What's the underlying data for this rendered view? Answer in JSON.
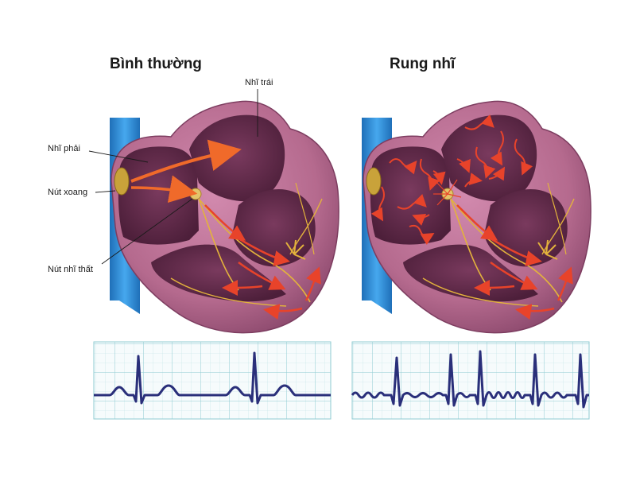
{
  "panels": {
    "normal": {
      "title": "Bình thường",
      "labels": {
        "left_atrium": "Nhĩ trái",
        "right_atrium": "Nhĩ phải",
        "sinus_node": "Nút xoang",
        "av_node": "Nút nhĩ thất"
      }
    },
    "afib": {
      "title": "Rung nhĩ"
    }
  },
  "colors": {
    "background": "#ffffff",
    "heart_outer": "#b56a8e",
    "chamber": "#5e2a48",
    "vessel": "#2f8fd6",
    "impulse": "#e8432a",
    "conduction": "#e3b23c",
    "ecg_trace": "#2a2f7a",
    "ecg_grid": "#9fd3d8"
  }
}
